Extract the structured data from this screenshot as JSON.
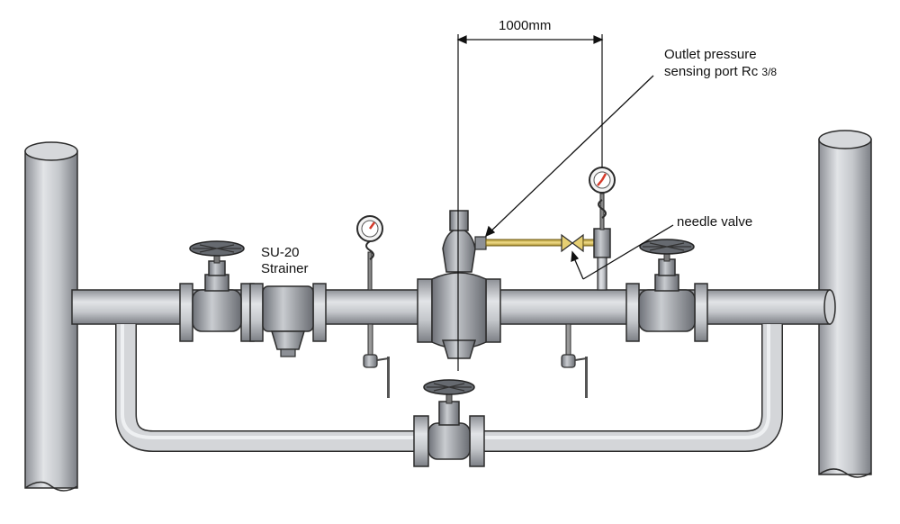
{
  "labels": {
    "dimension": "1000mm",
    "outlet_line1": "Outlet pressure",
    "outlet_line2": "sensing port  Rc",
    "outlet_fraction": "3/8",
    "needle_valve": "needle valve",
    "strainer_model": "SU-20",
    "strainer_name": "Strainer"
  },
  "colors": {
    "pipe_fill": "#c9cbcf",
    "pipe_stroke": "#2c2c2c",
    "sensing_line": "#d2b84a",
    "gauge_red": "#d63a2a"
  }
}
